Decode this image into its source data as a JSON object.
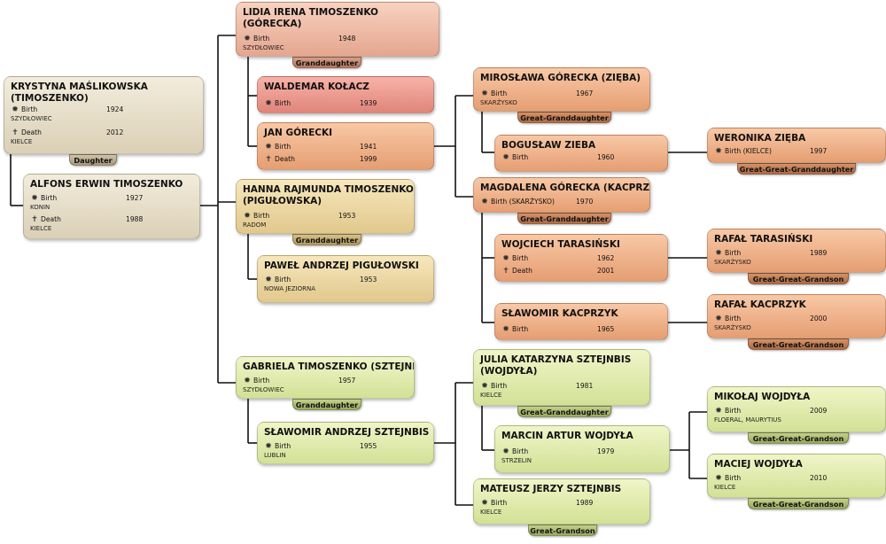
{
  "people": [
    {
      "id": "krystyna",
      "name": [
        "KRYSTYNA MAŚLIKOWSKA",
        "(TIMOSZENKO)"
      ],
      "events": [
        {
          "icon": "birth-icon",
          "label": "Birth",
          "year": "1924",
          "place": "SZYDŁOWIEC"
        },
        {
          "icon": "death-icon",
          "label": "Death",
          "year": "2012",
          "place": "KIELCE"
        }
      ],
      "badge": "Daughter",
      "color": "tan"
    },
    {
      "id": "alfons",
      "name": [
        "ALFONS ERWIN TIMOSZENKO"
      ],
      "events": [
        {
          "icon": "birth-icon",
          "label": "Birth",
          "year": "1927",
          "place": "KONIN"
        },
        {
          "icon": "death-icon",
          "label": "Death",
          "year": "1988",
          "place": "KIELCE"
        }
      ],
      "badge": "",
      "color": "tan"
    },
    {
      "id": "lidia",
      "name": [
        "LIDIA IRENA TIMOSZENKO",
        "(GÓRECKA)"
      ],
      "events": [
        {
          "icon": "birth-icon",
          "label": "Birth",
          "year": "1948",
          "place": "SZYDŁOWIEC"
        }
      ],
      "badge": "Granddaughter",
      "color": "pink"
    },
    {
      "id": "waldemar",
      "name": [
        "WALDEMAR KOŁACZ"
      ],
      "events": [
        {
          "icon": "birth-icon",
          "label": "Birth",
          "year": "1939",
          "place": ""
        }
      ],
      "badge": "",
      "color": "red"
    },
    {
      "id": "jan",
      "name": [
        "JAN GÓRECKI"
      ],
      "events": [
        {
          "icon": "birth-icon",
          "label": "Birth",
          "year": "1941",
          "place": ""
        },
        {
          "icon": "death-icon",
          "label": "Death",
          "year": "1999",
          "place": ""
        }
      ],
      "badge": "",
      "color": "orange"
    },
    {
      "id": "hanna",
      "name": [
        "HANNA RAJMUNDA TIMOSZENKO",
        "(PIGUŁOWSKA)"
      ],
      "events": [
        {
          "icon": "birth-icon",
          "label": "Birth",
          "year": "1953",
          "place": "RADOM"
        }
      ],
      "badge": "Granddaughter",
      "color": "yellow"
    },
    {
      "id": "pawel",
      "name": [
        "PAWEŁ ANDRZEJ PIGUŁOWSKI"
      ],
      "events": [
        {
          "icon": "birth-icon",
          "label": "Birth",
          "year": "1953",
          "place": "NOWA JEZIORNA"
        }
      ],
      "badge": "",
      "color": "yellow"
    },
    {
      "id": "gabriela",
      "name": [
        "GABRIELA TIMOSZENKO (SZTEJNBIS)"
      ],
      "events": [
        {
          "icon": "birth-icon",
          "label": "Birth",
          "year": "1957",
          "place": "SZYDŁOWIEC"
        }
      ],
      "badge": "Granddaughter",
      "color": "green"
    },
    {
      "id": "slawomir-s",
      "name": [
        "SŁAWOMIR ANDRZEJ SZTEJNBIS"
      ],
      "events": [
        {
          "icon": "birth-icon",
          "label": "Birth",
          "year": "1955",
          "place": "LUBLIN"
        }
      ],
      "badge": "",
      "color": "green"
    },
    {
      "id": "miroslawa",
      "name": [
        "MIROSŁAWA GÓRECKA (ZIĘBA)"
      ],
      "events": [
        {
          "icon": "birth-icon",
          "label": "Birth",
          "year": "1967",
          "place": "SKARŻYSKO"
        }
      ],
      "badge": "Great-Granddaughter",
      "color": "orange"
    },
    {
      "id": "boguslaw",
      "name": [
        "BOGUSŁAW ZIEBA"
      ],
      "events": [
        {
          "icon": "birth-icon",
          "label": "Birth",
          "year": "1960",
          "place": ""
        }
      ],
      "badge": "",
      "color": "orange"
    },
    {
      "id": "magdalena",
      "name": [
        "MAGDALENA GÓRECKA (KACPRZYK)"
      ],
      "events": [
        {
          "icon": "birth-icon",
          "label": "Birth (SKARŻYSKO)",
          "year": "1970",
          "place": ""
        }
      ],
      "badge": "Great-Granddaughter",
      "color": "orange"
    },
    {
      "id": "wojciech",
      "name": [
        "WOJCIECH TARASIŃSKI"
      ],
      "events": [
        {
          "icon": "birth-icon",
          "label": "Birth",
          "year": "1962",
          "place": ""
        },
        {
          "icon": "death-icon",
          "label": "Death",
          "year": "2001",
          "place": ""
        }
      ],
      "badge": "",
      "color": "orange"
    },
    {
      "id": "slawomir-k",
      "name": [
        "SŁAWOMIR KACPRZYK"
      ],
      "events": [
        {
          "icon": "birth-icon",
          "label": "Birth",
          "year": "1965",
          "place": ""
        }
      ],
      "badge": "",
      "color": "orange"
    },
    {
      "id": "julia",
      "name": [
        "JULIA  KATARZYNA SZTEJNBIS",
        "(WOJDYŁA)"
      ],
      "events": [
        {
          "icon": "birth-icon",
          "label": "Birth",
          "year": "1981",
          "place": "KIELCE"
        }
      ],
      "badge": "Great-Granddaughter",
      "color": "green"
    },
    {
      "id": "marcin",
      "name": [
        "MARCIN ARTUR WOJDYŁA"
      ],
      "events": [
        {
          "icon": "birth-icon",
          "label": "Birth",
          "year": "1979",
          "place": "STRZELIN"
        }
      ],
      "badge": "",
      "color": "green"
    },
    {
      "id": "mateusz",
      "name": [
        "MATEUSZ  JERZY SZTEJNBIS"
      ],
      "events": [
        {
          "icon": "birth-icon",
          "label": "Birth",
          "year": "1989",
          "place": "KIELCE"
        }
      ],
      "badge": "Great-Grandson",
      "color": "green"
    },
    {
      "id": "weronika",
      "name": [
        "WERONIKA ZIĘBA"
      ],
      "events": [
        {
          "icon": "birth-icon",
          "label": "Birth (KIELCE)",
          "year": "1997",
          "place": ""
        }
      ],
      "badge": "Great-Great-Granddaughter",
      "color": "orange"
    },
    {
      "id": "rafal-t",
      "name": [
        "RAFAŁ TARASIŃSKI"
      ],
      "events": [
        {
          "icon": "birth-icon",
          "label": "Birth",
          "year": "1989",
          "place": "SKARŻYSKO"
        }
      ],
      "badge": "Great-Great-Grandson",
      "color": "orange"
    },
    {
      "id": "rafal-k",
      "name": [
        "RAFAŁ KACPRZYK"
      ],
      "events": [
        {
          "icon": "birth-icon",
          "label": "Birth",
          "year": "2000",
          "place": "SKARŻYSKO"
        }
      ],
      "badge": "Great-Great-Grandson",
      "color": "orange"
    },
    {
      "id": "mikolaj",
      "name": [
        "MIKOŁAJ WOJDYŁA"
      ],
      "events": [
        {
          "icon": "birth-icon",
          "label": "Birth",
          "year": "2009",
          "place": "FLOERAL, MAURYTIUS"
        }
      ],
      "badge": "Great-Great-Grandson",
      "color": "green"
    },
    {
      "id": "maciej",
      "name": [
        "MACIEJ WOJDYŁA"
      ],
      "events": [
        {
          "icon": "birth-icon",
          "label": "Birth",
          "year": "2010",
          "place": "KIELCE"
        }
      ],
      "badge": "Great-Great-Grandson",
      "color": "green"
    }
  ]
}
